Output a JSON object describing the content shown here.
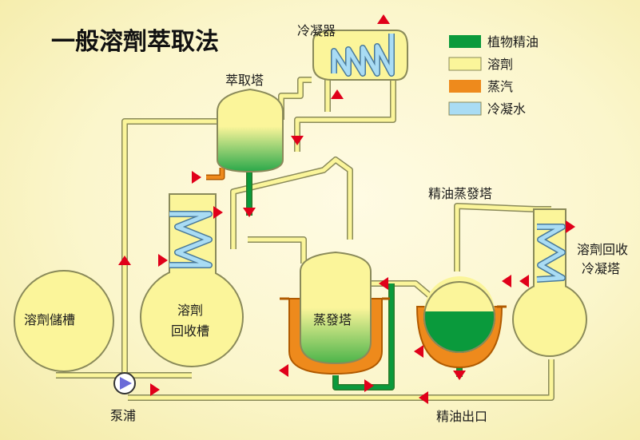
{
  "title": "一般溶劑萃取法",
  "legend": [
    {
      "label": "植物精油",
      "color": "#0a9a3c"
    },
    {
      "label": "溶劑",
      "color": "#fbf59a"
    },
    {
      "label": "蒸汽",
      "color": "#ee8a1c"
    },
    {
      "label": "冷凝水",
      "color": "#a9dcf4"
    }
  ],
  "labels": {
    "condenser": "冷凝器",
    "extraction_tower": "萃取塔",
    "solvent_tank": "溶劑儲槽",
    "recovery_tank_line1": "溶劑",
    "recovery_tank_line2": "回收槽",
    "evaporation_tower": "蒸發塔",
    "oil_evaporation_tower": "精油蒸發塔",
    "recovery_condenser_line1": "溶劑回收",
    "recovery_condenser_line2": "冷凝塔",
    "pump": "泵浦",
    "oil_outlet": "精油出口"
  },
  "colors": {
    "pipe_fill": "#fbf59a",
    "outline": "#8a8a5a",
    "arrow": "#e0001a",
    "oil_green": "#0a9a3c",
    "steam_orange": "#ee8a1c",
    "coil_blue": "#a9dcf4",
    "pump_purple": "#6a6ad8"
  }
}
